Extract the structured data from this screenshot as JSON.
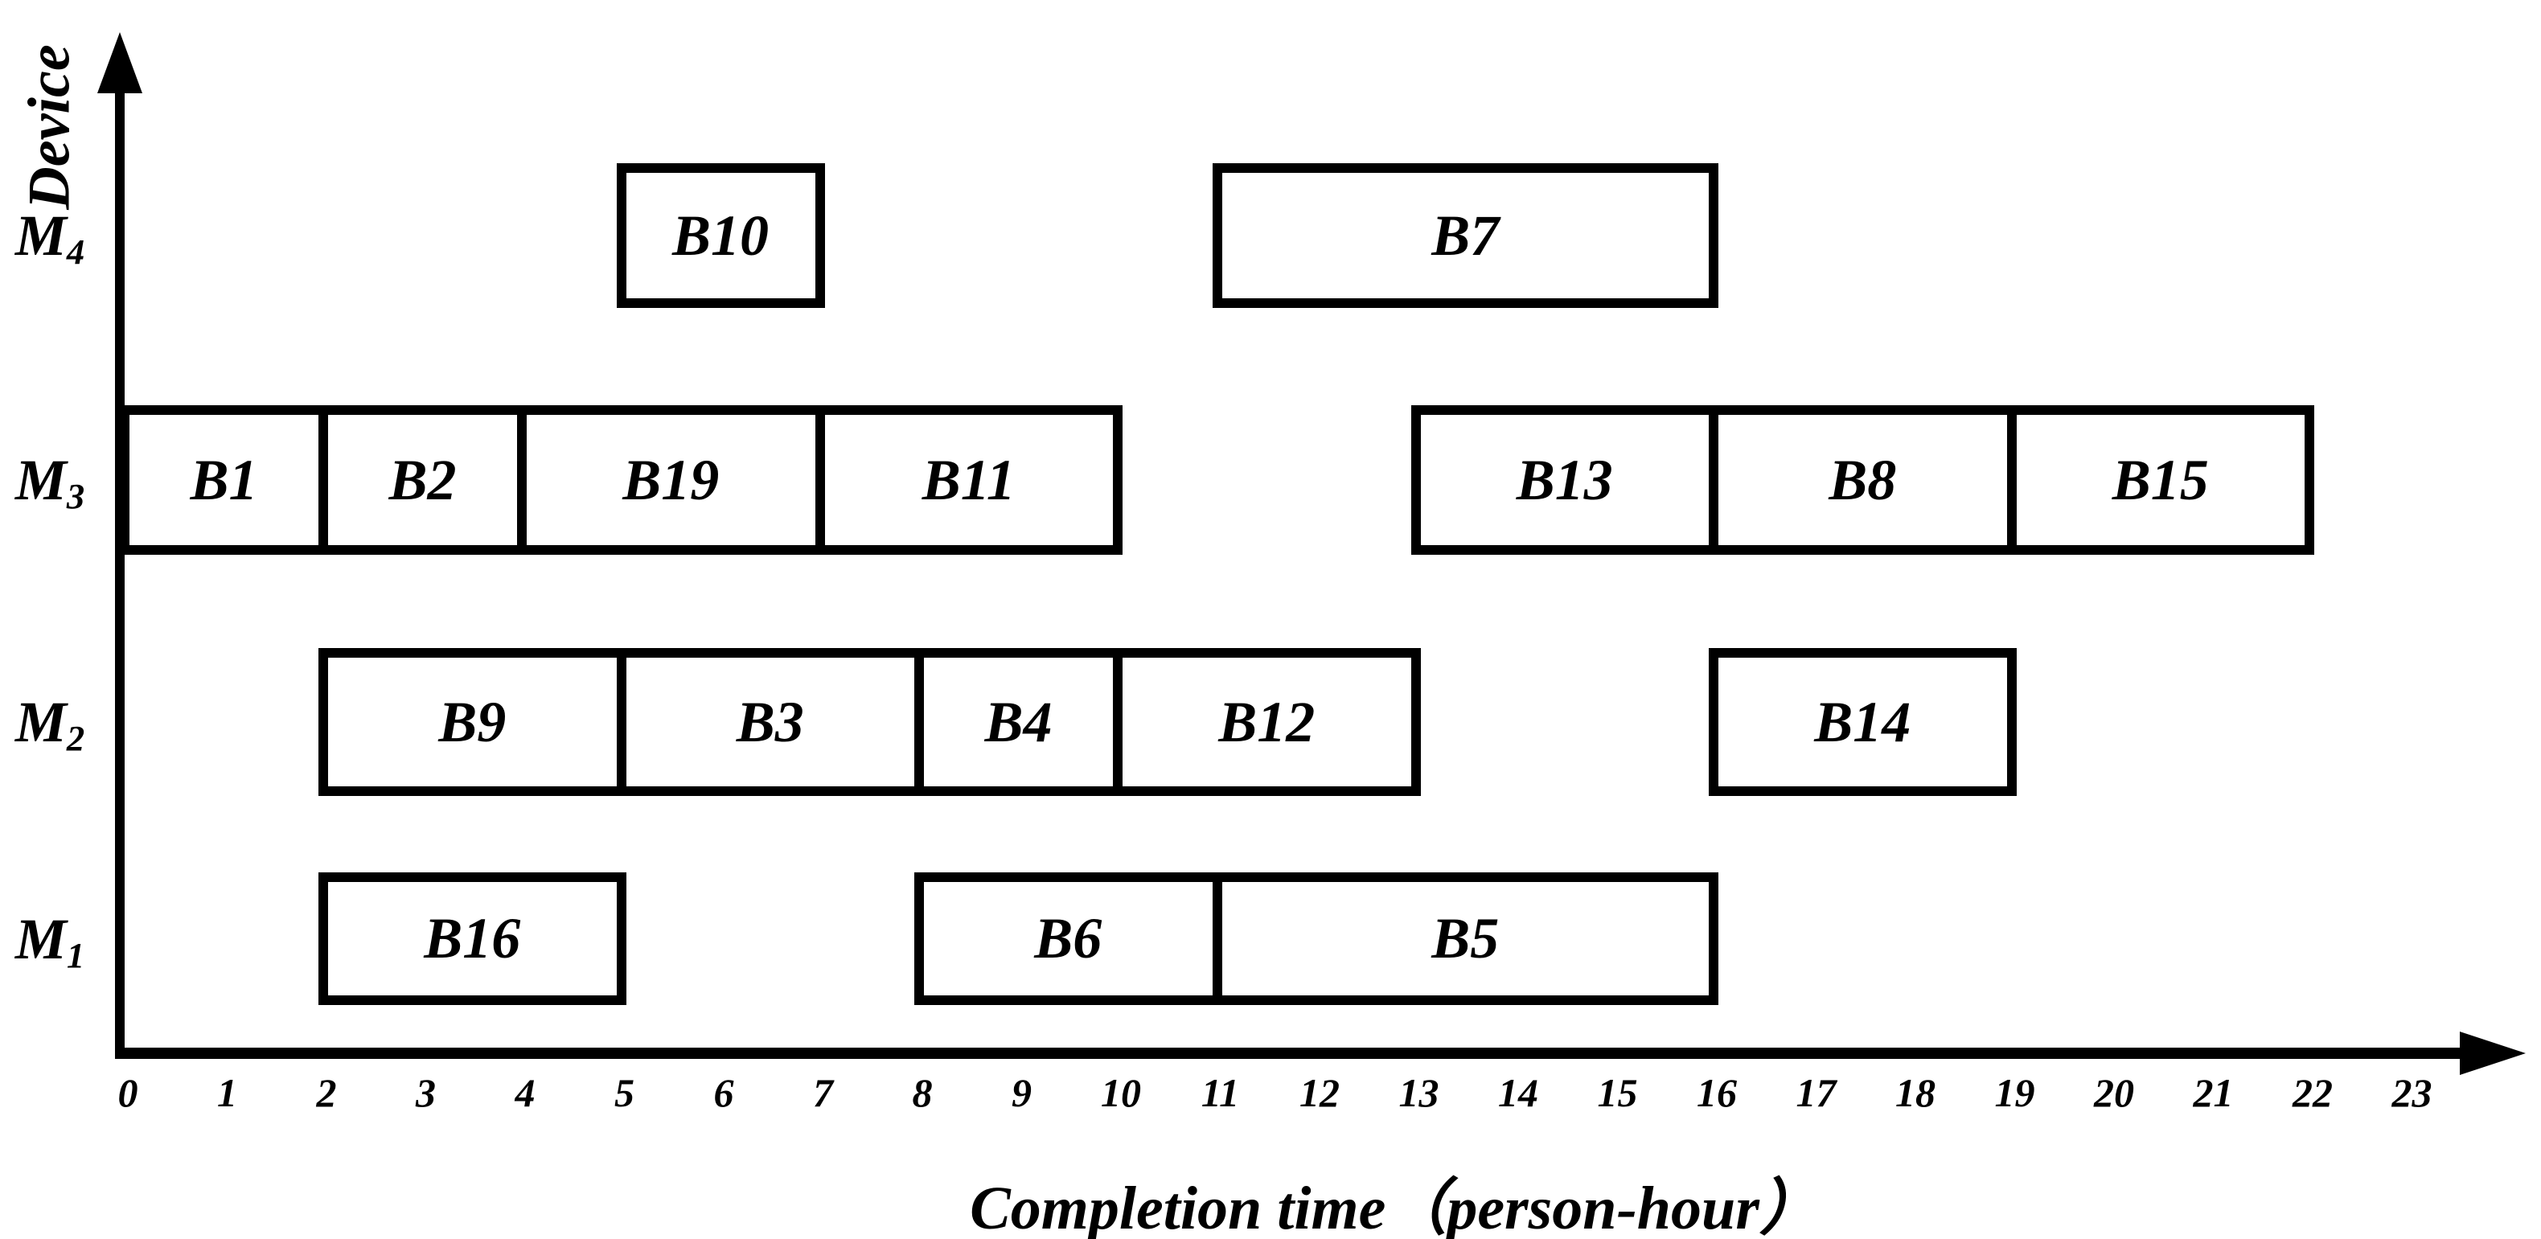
{
  "colors": {
    "ink": "#000000",
    "background": "#ffffff"
  },
  "chart_data": {
    "type": "gantt",
    "title": "",
    "xlabel": "Completion time（person-hour）",
    "ylabel": "Device",
    "x_ticks": [
      "0",
      "1",
      "2",
      "3",
      "4",
      "5",
      "6",
      "7",
      "8",
      "9",
      "10",
      "11",
      "12",
      "13",
      "14",
      "15",
      "16",
      "17",
      "18",
      "19",
      "20",
      "21",
      "22",
      "23"
    ],
    "xlim": [
      0,
      23
    ],
    "grid": false,
    "legend": null,
    "rows": [
      {
        "device": "M",
        "device_sub": "4",
        "bars": [
          {
            "label": "B10",
            "start": 5,
            "end": 7
          },
          {
            "label": "B7",
            "start": 11,
            "end": 16
          }
        ]
      },
      {
        "device": "M",
        "device_sub": "3",
        "bars": [
          {
            "label": "B1",
            "start": 0,
            "end": 2
          },
          {
            "label": "B2",
            "start": 2,
            "end": 4
          },
          {
            "label": "B19",
            "start": 4,
            "end": 7
          },
          {
            "label": "B11",
            "start": 7,
            "end": 10
          },
          {
            "label": "B13",
            "start": 13,
            "end": 16
          },
          {
            "label": "B8",
            "start": 16,
            "end": 19
          },
          {
            "label": "B15",
            "start": 19,
            "end": 22
          }
        ]
      },
      {
        "device": "M",
        "device_sub": "2",
        "bars": [
          {
            "label": "B9",
            "start": 2,
            "end": 5
          },
          {
            "label": "B3",
            "start": 5,
            "end": 8
          },
          {
            "label": "B4",
            "start": 8,
            "end": 10
          },
          {
            "label": "B12",
            "start": 10,
            "end": 13
          },
          {
            "label": "B14",
            "start": 16,
            "end": 19
          }
        ]
      },
      {
        "device": "M",
        "device_sub": "1",
        "bars": [
          {
            "label": "B16",
            "start": 2,
            "end": 5
          },
          {
            "label": "B6",
            "start": 8,
            "end": 11
          },
          {
            "label": "B5",
            "start": 11,
            "end": 16
          }
        ]
      }
    ]
  }
}
